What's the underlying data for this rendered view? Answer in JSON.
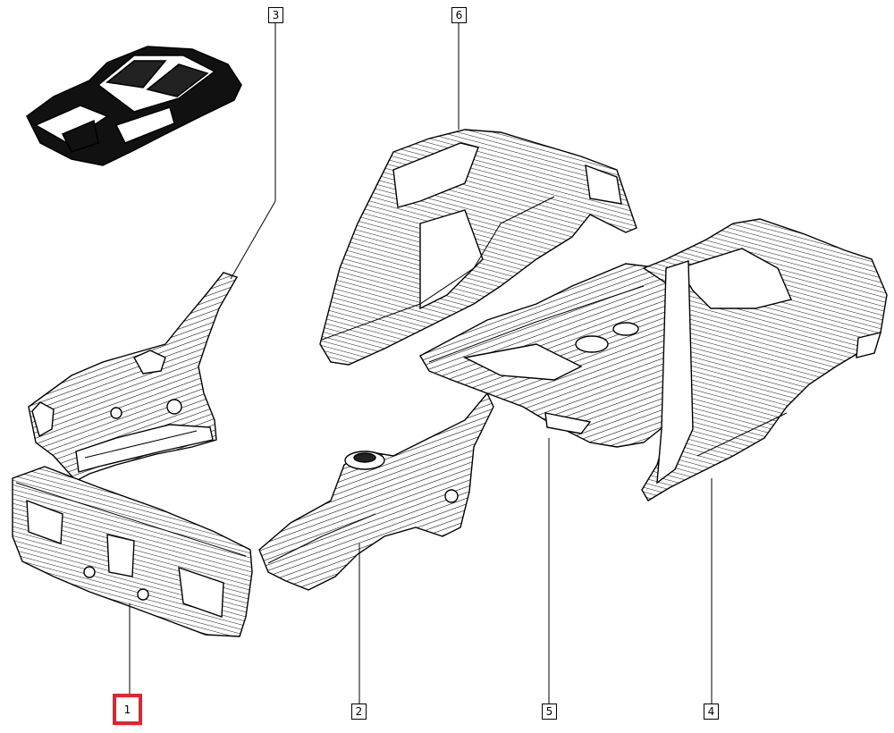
{
  "diagram": {
    "callouts": [
      {
        "id": "1",
        "label": "1",
        "highlighted": true,
        "highlight_color": "#e8212e"
      },
      {
        "id": "2",
        "label": "2"
      },
      {
        "id": "3",
        "label": "3"
      },
      {
        "id": "4",
        "label": "4"
      },
      {
        "id": "5",
        "label": "5"
      },
      {
        "id": "6",
        "label": "6"
      }
    ],
    "line_color": "#000000"
  }
}
